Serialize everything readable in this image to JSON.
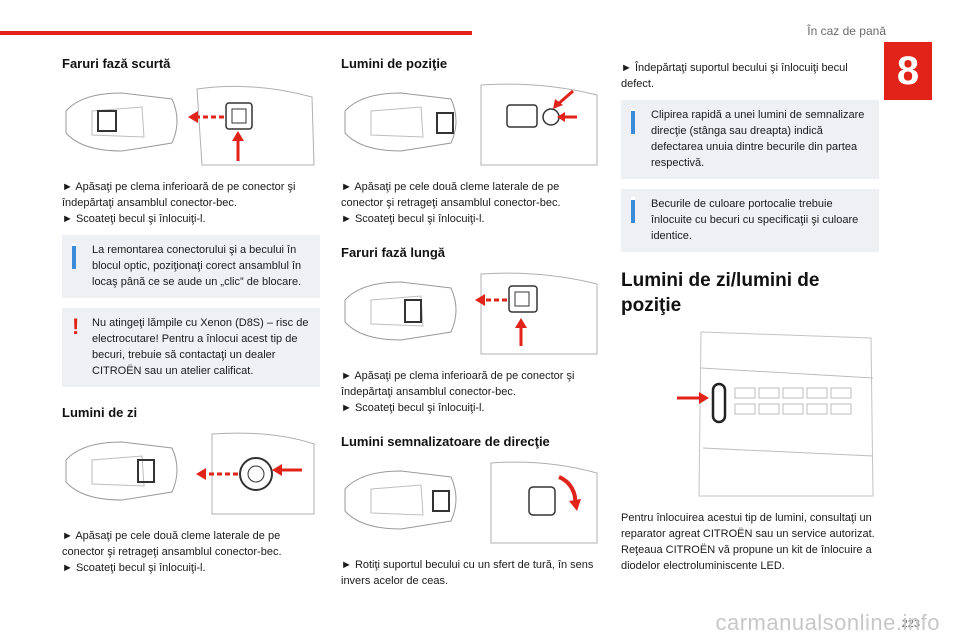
{
  "header": {
    "title": "În caz de pană",
    "chapter": "8"
  },
  "col1": {
    "s1_title": "Faruri fază scurtă",
    "s1_text1": "► Apăsaţi pe clema inferioară de pe conector şi îndepărtaţi ansamblul conector-bec.",
    "s1_text2": "► Scoateţi becul şi înlocuiţi-l.",
    "s1_info": "La remontarea conectorului şi a becului în blocul optic, poziţionaţi corect ansamblul în locaş până ce se aude un „clic” de blocare.",
    "s1_warn": "Nu atingeţi lămpile cu Xenon (D8S) – risc de electrocutare! Pentru a înlocui acest tip de becuri, trebuie să contactaţi un dealer CITROËN sau un atelier calificat.",
    "s2_title": "Lumini de zi",
    "s2_text1": "► Apăsaţi pe cele două cleme laterale de pe conector şi retrageţi ansamblul conector-bec.",
    "s2_text2": "► Scoateţi becul şi înlocuiţi-l."
  },
  "col2": {
    "s1_title": "Lumini de poziţie",
    "s1_text1": "► Apăsaţi pe cele două cleme laterale de pe conector şi retrageţi ansamblul conector-bec.",
    "s1_text2": "► Scoateţi becul şi înlocuiţi-l.",
    "s2_title": "Faruri fază lungă",
    "s2_text1": "► Apăsaţi pe clema inferioară de pe conector şi îndepărtaţi ansamblul conector-bec.",
    "s2_text2": "► Scoateţi becul şi înlocuiţi-l.",
    "s3_title": "Lumini semnalizatoare de direcţie",
    "s3_text1": "► Rotiţi suportul becului cu un sfert de tură, în sens invers acelor de ceas."
  },
  "col3": {
    "text1": "► Îndepărtaţi suportul becului şi înlocuiţi becul defect.",
    "info1": "Clipirea rapidă a unei lumini de semnalizare direcţie (stânga sau dreapta) indică defectarea unuia dintre becurile din partea respectivă.",
    "info2": "Becurile de culoare portocalie trebuie înlocuite cu becuri cu specificaţii şi culoare identice.",
    "title": "Lumini de zi/lumini de poziţie",
    "text2": "Pentru înlocuirea acestui tip de lumini, consultaţi un reparator agreat CITROËN sau un service autorizat.",
    "text3": "Reţeaua CITROËN vă propune un kit de înlocuire a diodelor electroluminiscente LED."
  },
  "footer": {
    "page": "223",
    "watermark": "carmanualsonline.info"
  },
  "colors": {
    "accent": "#e2231a",
    "info": "#3a8bd9",
    "note_bg": "#eef0f3"
  }
}
